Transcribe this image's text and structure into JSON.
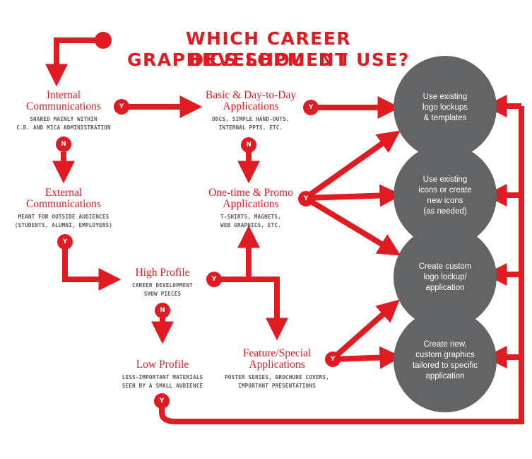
{
  "title": {
    "line1": "WHICH CAREER DEVELOPMENT",
    "line2": "GRAPHICS SHOULD I USE?"
  },
  "nodes": {
    "internal": {
      "name1": "Internal",
      "name2": "Communications",
      "desc1": "SHARED MAINLY WITHIN",
      "desc2": "C.D. AND MICA ADMINISTRATION"
    },
    "external": {
      "name1": "External",
      "name2": "Communications",
      "desc1": "MEANT FOR OUTSIDE AUDIENCES",
      "desc2": "(STUDENTS, ALUMNI, EMPLOYERS)"
    },
    "high_profile": {
      "name1": "High Profile",
      "desc1": "CAREER DEVELOPMENT",
      "desc2": "SHOW PIECES"
    },
    "low_profile": {
      "name1": "Low Profile",
      "desc1": "LESS-IMPORTANT MATERIALS",
      "desc2": "SEEN BY A SMALL AUDIENCE"
    },
    "basic": {
      "name1": "Basic & Day-to-Day",
      "name2": "Applications",
      "desc1": "DOCS, SIMPLE HAND-OUTS,",
      "desc2": "INTERNAL PPTS, ETC."
    },
    "onetime": {
      "name1": "One-time & Promo",
      "name2": "Applications",
      "desc1": "T-SHIRTS, MAGNETS,",
      "desc2": "WEB GRAPHICS, ETC."
    },
    "feature": {
      "name1": "Feature/Special",
      "name2": "Applications",
      "desc1": "POSTER SERIES, BROCHURE COVERS,",
      "desc2": "IMPORTANT PRESENTATIONS"
    }
  },
  "outcomes": {
    "existing_logo": {
      "l1": "Use existing",
      "l2": "logo lockups",
      "l3": "& templates",
      "l4": ""
    },
    "existing_icons": {
      "l1": "Use existing",
      "l2": "icons or create",
      "l3": "new icons",
      "l4": "(as needed)"
    },
    "custom_logo": {
      "l1": "Create custom",
      "l2": "logo lockup/",
      "l3": "application",
      "l4": ""
    },
    "custom_graphics": {
      "l1": "Create new,",
      "l2": "custom graphics",
      "l3": "tailored to specific",
      "l4": "application"
    }
  },
  "badges": {
    "yes": "Y",
    "no": "N"
  },
  "colors": {
    "accent": "#e11b22",
    "circle": "#636466",
    "desc_text": "#58595b"
  }
}
